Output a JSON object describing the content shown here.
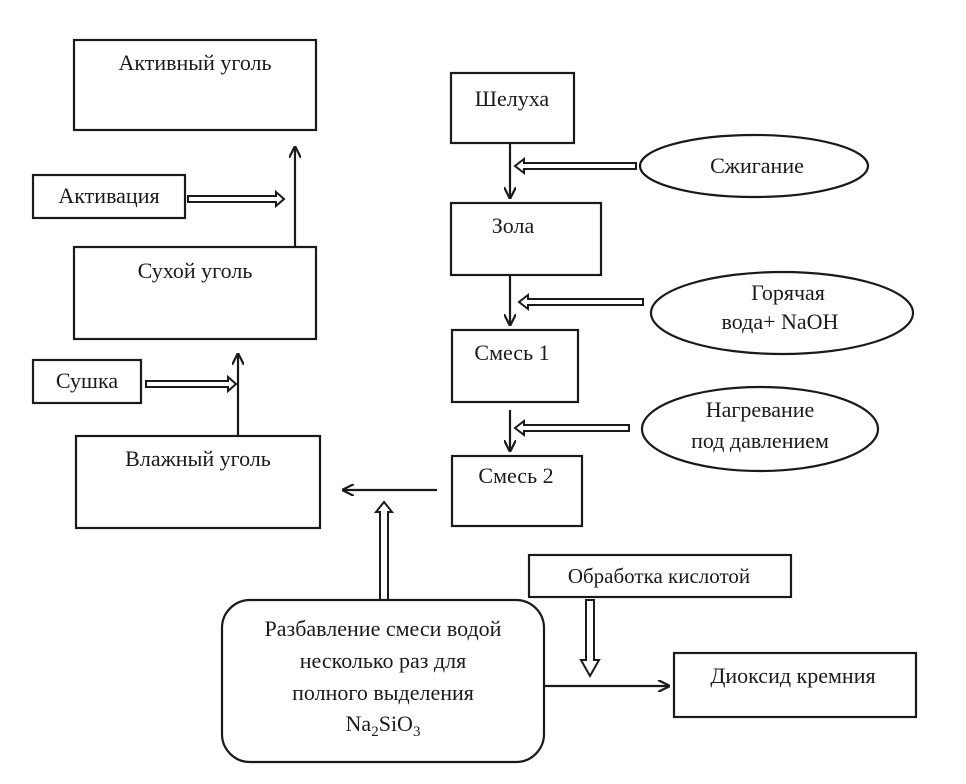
{
  "diagram": {
    "nodes": {
      "active_carbon": "Активный уголь",
      "activation": "Активация",
      "dry_carbon": "Сухой уголь",
      "drying": "Сушка",
      "wet_carbon": "Влажный уголь",
      "husk": "Шелуха",
      "burning": "Сжигание",
      "ash": "Зола",
      "hot_water_line1": "Горячая",
      "hot_water_line2": "вода+ NaOH",
      "mixture1": "Смесь 1",
      "heating_line1": "Нагревание",
      "heating_line2": "под  давлением",
      "mixture2": "Смесь 2",
      "acid_treatment": "Обработка кислотой",
      "silica": "Диоксид кремния",
      "dilution_line1": "Разбавление смеси водой",
      "dilution_line2": "несколько раз для",
      "dilution_line3": "полного выделения",
      "na2sio3_main1": "Na",
      "na2sio3_sub1": "2",
      "na2sio3_main2": "SiO",
      "na2sio3_sub2": "3"
    }
  }
}
